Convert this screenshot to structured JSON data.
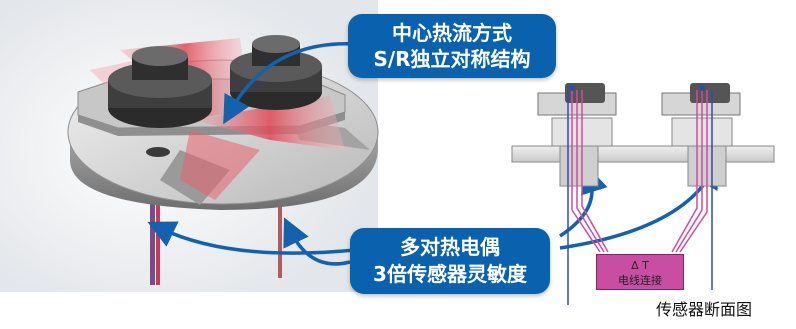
{
  "callout_top": {
    "line1": "中心热流方式",
    "line2": "S/R独立对称结构"
  },
  "callout_bottom": {
    "line1": "多对热电偶",
    "line2": "3倍传感器灵敏度"
  },
  "delta_t_box": {
    "line1": "Δ T",
    "line2": "电线连接"
  },
  "section_caption": "传感器断面图",
  "colors": {
    "callout_blue": "#0a62ae",
    "arrow_blue": "#1461ad",
    "heat_red": "#e0505a",
    "thermocouple_pink": "#d44aa0",
    "thermocouple_blue": "#2b4fb0",
    "metal_gray": "#b9b9b9"
  }
}
